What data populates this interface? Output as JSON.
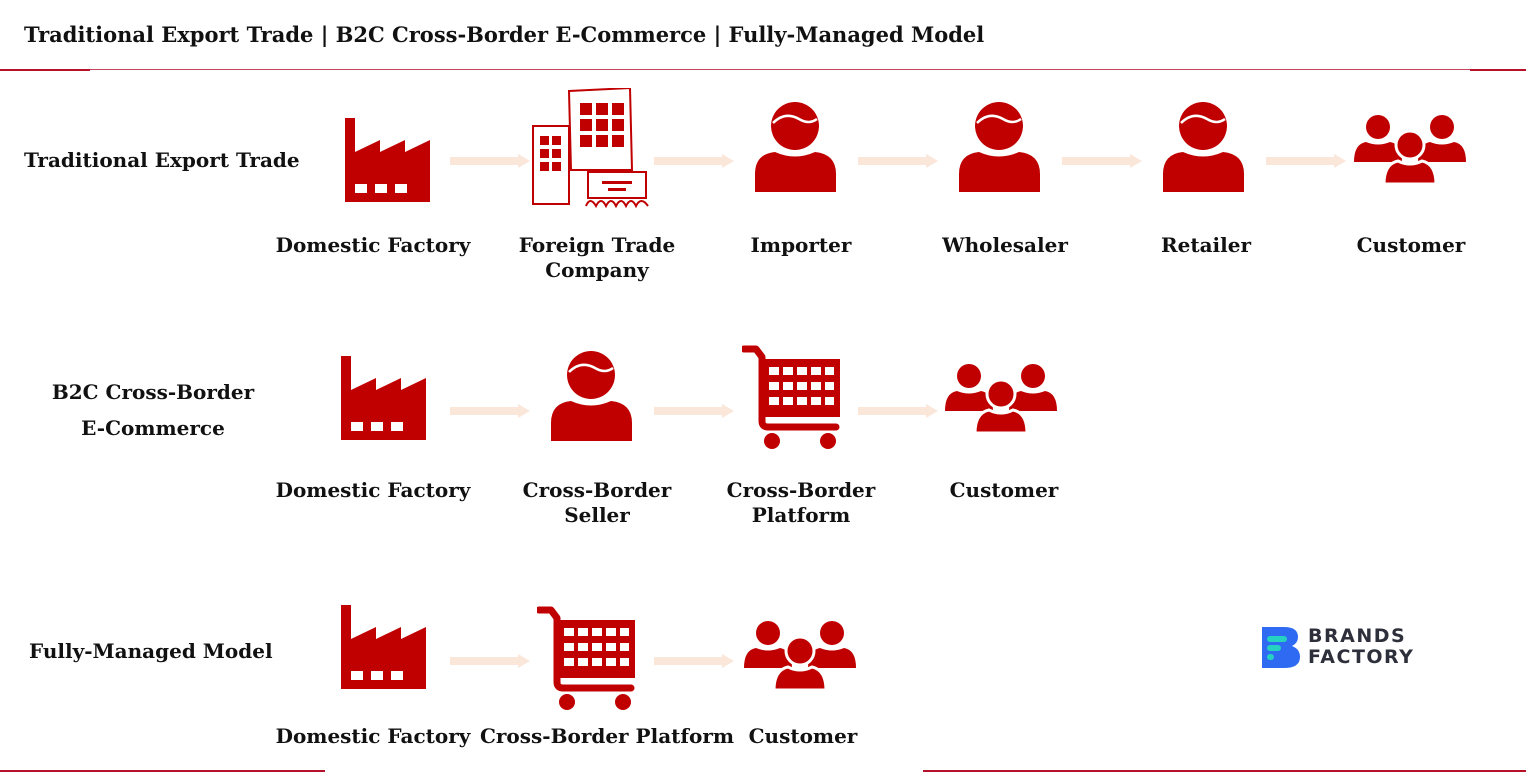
{
  "title": "Traditional Export Trade | B2C Cross-Border E-Commerce | Fully-Managed Model",
  "rows": [
    {
      "label_lines": [
        "Traditional Export Trade"
      ],
      "nodes": [
        {
          "icon": "factory-icon",
          "label_lines": [
            "Domestic Factory"
          ]
        },
        {
          "icon": "trade-company-building-icon",
          "label_lines": [
            "Foreign Trade",
            "Company"
          ]
        },
        {
          "icon": "person-icon",
          "label_lines": [
            "Importer"
          ]
        },
        {
          "icon": "person-icon",
          "label_lines": [
            "Wholesaler"
          ]
        },
        {
          "icon": "person-icon",
          "label_lines": [
            "Retailer"
          ]
        },
        {
          "icon": "customer-group-icon",
          "label_lines": [
            "Customer"
          ]
        }
      ]
    },
    {
      "label_lines": [
        "B2C Cross-Border",
        "E-Commerce"
      ],
      "nodes": [
        {
          "icon": "factory-icon",
          "label_lines": [
            "Domestic Factory"
          ]
        },
        {
          "icon": "person-icon",
          "label_lines": [
            "Cross-Border",
            "Seller"
          ]
        },
        {
          "icon": "shopping-cart-icon",
          "label_lines": [
            "Cross-Border",
            "Platform"
          ]
        },
        {
          "icon": "customer-group-icon",
          "label_lines": [
            "Customer"
          ]
        }
      ]
    },
    {
      "label_lines": [
        "Fully-Managed Model"
      ],
      "nodes": [
        {
          "icon": "factory-icon",
          "label_lines": [
            "Domestic Factory"
          ]
        },
        {
          "icon": "shopping-cart-icon",
          "label_lines": [
            "Cross-Border Platform"
          ]
        },
        {
          "icon": "customer-group-icon",
          "label_lines": [
            "Customer"
          ]
        }
      ]
    }
  ],
  "logo": {
    "line1": "BRANDS",
    "line2": "FACTORY"
  },
  "colors": {
    "icon": "#c00000",
    "rule": "#b5112a",
    "arrow": "#fbe6da",
    "logo_blue": "#2f6bf2",
    "logo_teal": "#25d1c0",
    "logo_text": "#2d2f3a"
  }
}
